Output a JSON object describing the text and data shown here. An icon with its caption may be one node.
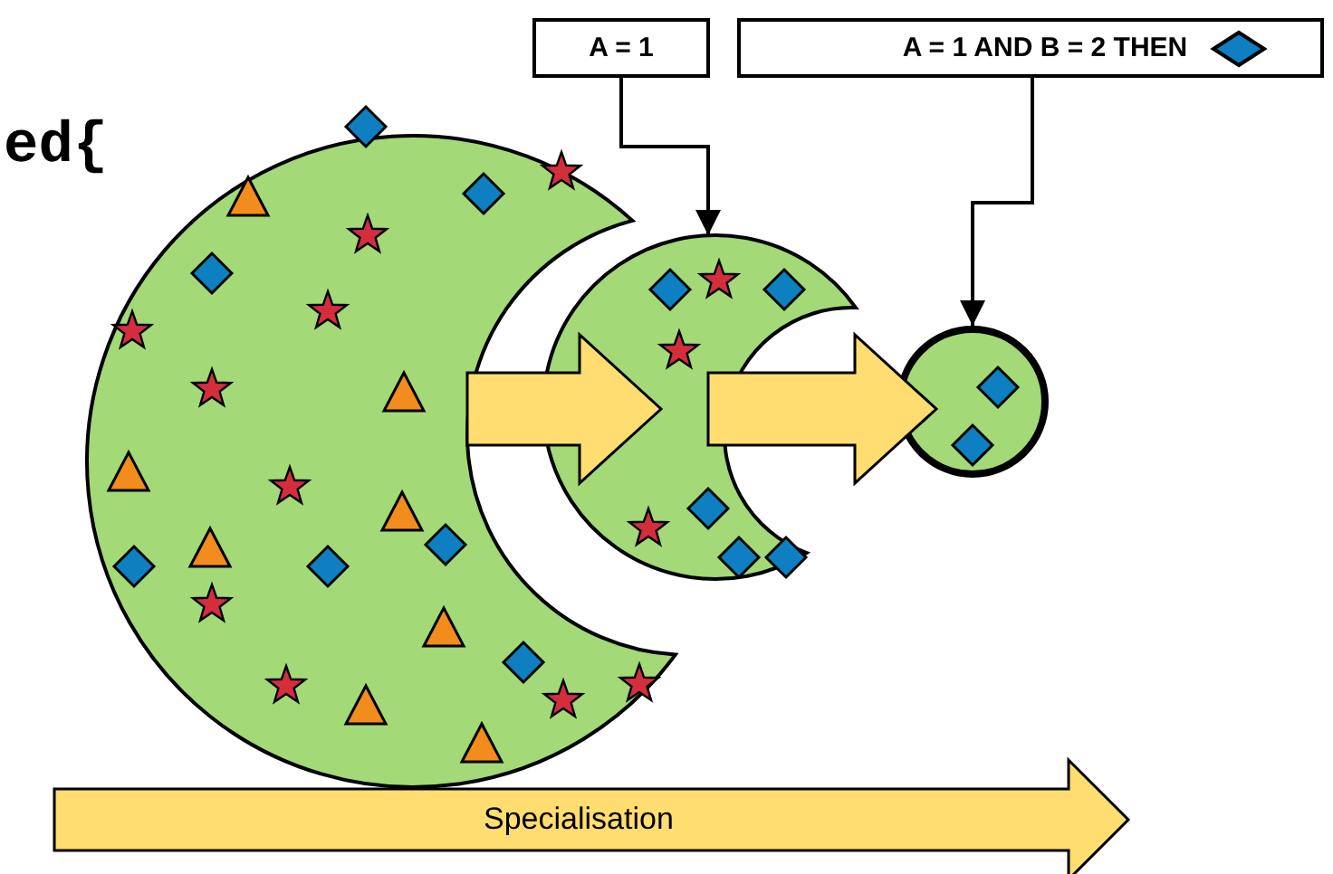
{
  "diagram": {
    "nodes": [
      {
        "text": [
          "A = 1"
        ]
      },
      {
        "text": [
          "A = 1 AND B = 2 THEN"
        ]
      },
      {
        "text": [],
        "shape": "crescent"
      },
      {
        "text": [],
        "shape": "crescent"
      },
      {
        "text": [],
        "shape": "circle"
      }
    ],
    "edges": [
      {
        "from": 0,
        "to": 3,
        "arrow": "to"
      },
      {
        "from": 1,
        "to": 4,
        "arrow": "to"
      },
      {
        "from": 2,
        "to": 3,
        "arrow": "to",
        "style": "thick",
        "color": "#ffdd71"
      },
      {
        "from": 3,
        "to": 4,
        "arrow": "to",
        "style": "thick",
        "color": "#ffdd71"
      }
    ],
    "labels": [
      "ed{",
      "Specialisation"
    ]
  }
}
